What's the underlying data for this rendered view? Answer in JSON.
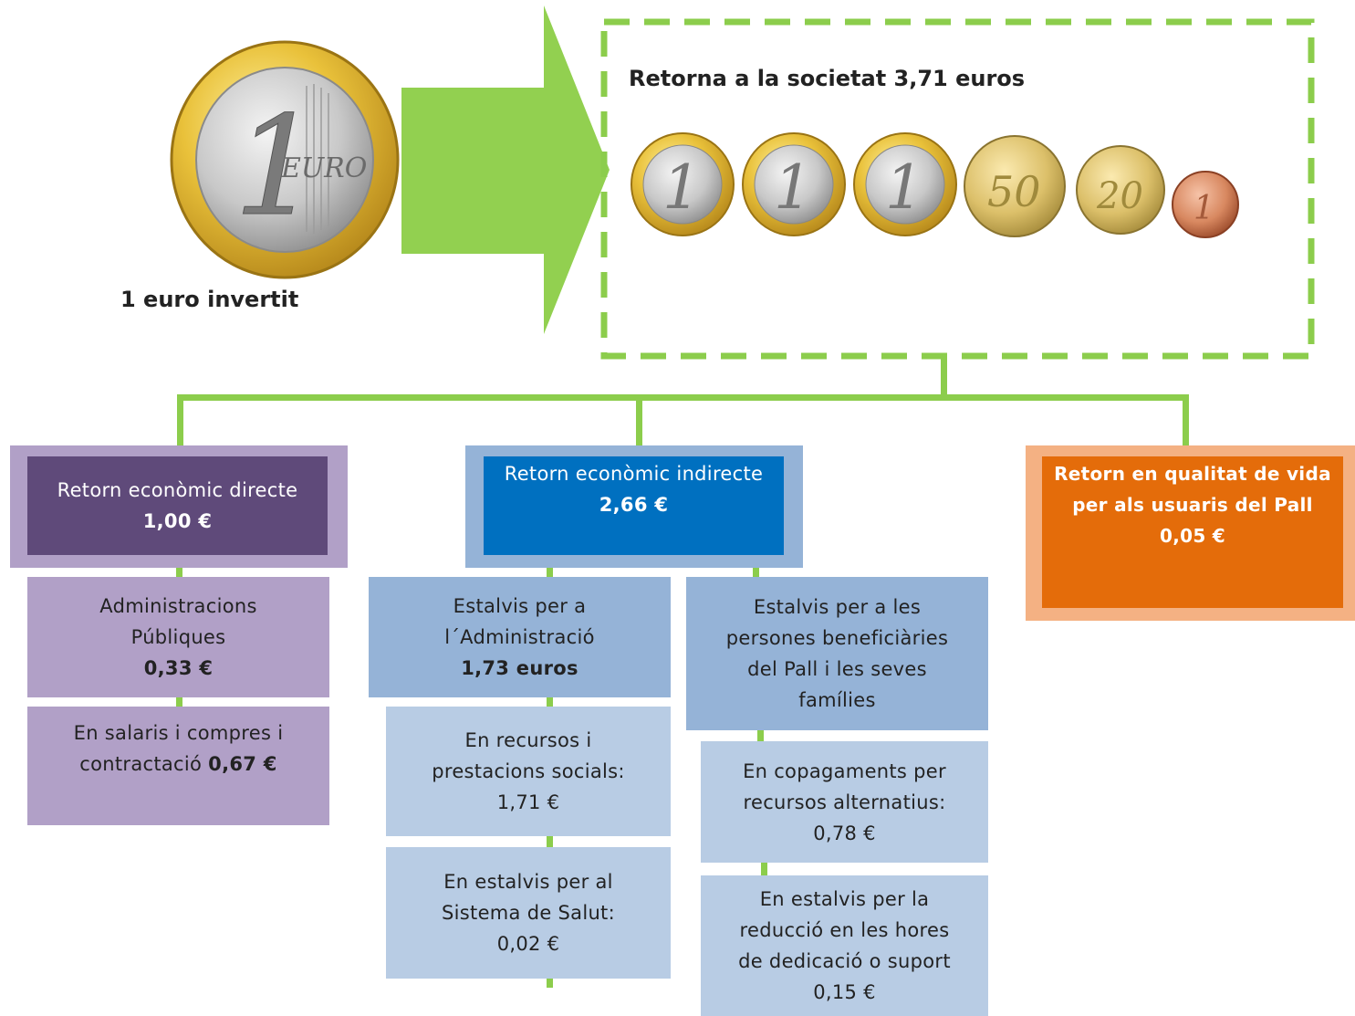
{
  "invested": {
    "label": "1 euro invertit",
    "coin_numeral": "1",
    "coin_word": "EURO"
  },
  "returned": {
    "label": "Retorna a la societat 3,71 euros",
    "coins": [
      {
        "face": "1",
        "kind": "euro"
      },
      {
        "face": "1",
        "kind": "euro"
      },
      {
        "face": "1",
        "kind": "euro"
      },
      {
        "face": "50",
        "kind": "cent"
      },
      {
        "face": "20",
        "kind": "cent"
      },
      {
        "face": "1",
        "kind": "copper"
      }
    ]
  },
  "direct": {
    "title": "Retorn econòmic directe",
    "amount": "1,00 €",
    "admin": {
      "line1": "Administracions",
      "line2": "Públiques",
      "amount": "0,33 €"
    },
    "salaries": {
      "line1": "En salaris i compres i",
      "line2": "contractació",
      "amount": "0,67 €"
    }
  },
  "indirect": {
    "title": "Retorn econòmic indirecte",
    "amount": "2,66 €",
    "admin_savings": {
      "line1": "Estalvis per a",
      "line2": "l´Administració",
      "amount": "1,73 euros"
    },
    "resources": {
      "line1": "En recursos i",
      "line2": "prestacions socials:",
      "amount": "1,71 €"
    },
    "health": {
      "line1": "En estalvis per al",
      "line2": "Sistema de Salut:",
      "amount": "0,02 €"
    },
    "beneficiaries": {
      "line1": "Estalvis per a les",
      "line2": "persones beneficiàries",
      "line3": "del Pall i les seves",
      "line4": "famílies"
    },
    "copayments": {
      "line1": "En copagaments per",
      "line2": "recursos alternatius:",
      "amount": "0,78 €"
    },
    "hours": {
      "line1": "En estalvis per la",
      "line2": "reducció en les hores",
      "line3": "de dedicació o suport",
      "amount": "0,15 €"
    }
  },
  "quality": {
    "line1": "Retorn en qualitat de vida",
    "line2": "per als usuaris del Pall",
    "amount": "0,05 €"
  },
  "colors": {
    "green": "#8ccd4c",
    "purple_dark": "#5f4a7a",
    "purple_light": "#b1a0c7",
    "blue_dark": "#0070c0",
    "blue_mid": "#95b3d7",
    "blue_light": "#b8cce4",
    "orange": "#e46c0a",
    "orange_light": "#f4b183"
  }
}
